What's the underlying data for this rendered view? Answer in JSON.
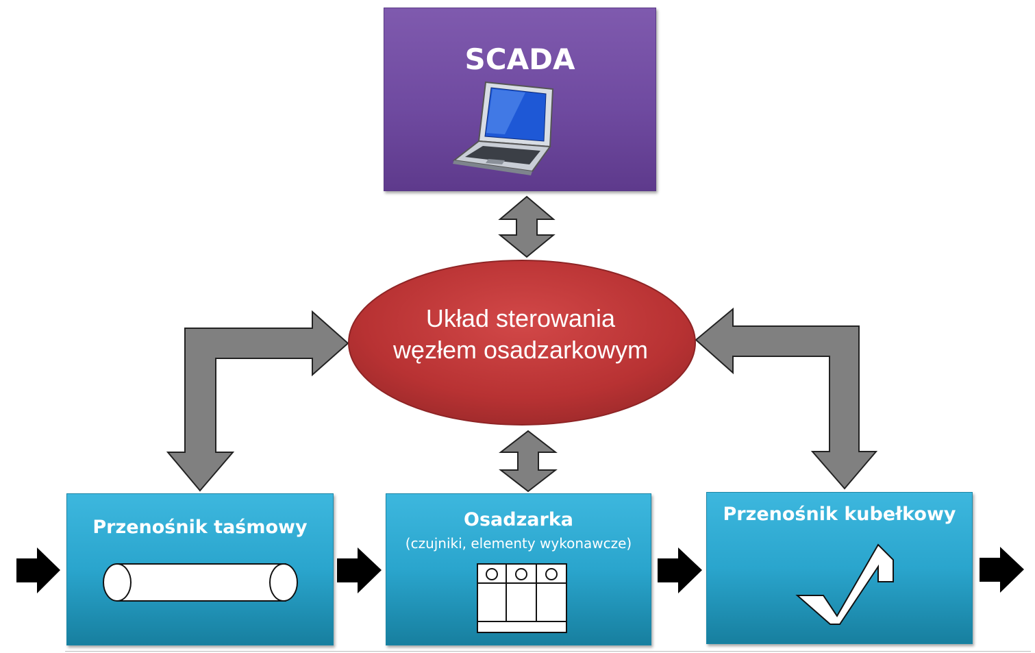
{
  "scada": {
    "title": "SCADA",
    "icon": "laptop-icon"
  },
  "controller": {
    "line1": "Układ sterowania",
    "line2": "węzłem osadzarkowym"
  },
  "modules": [
    {
      "title": "Przenośnik taśmowy",
      "icon": "belt-conveyor-roller-icon"
    },
    {
      "title": "Osadzarka",
      "subtitle": "(czujniki, elementy wykonawcze)",
      "icon": "settler-cabinet-icon"
    },
    {
      "title": "Przenośnik kubełkowy",
      "icon": "bucket-elevator-icon"
    }
  ],
  "colors": {
    "scada": "#6f4aa0",
    "controller": "#c0393b",
    "module": "#2aa5cd",
    "connector_arrow": "#808080",
    "flow_arrow": "#000000"
  }
}
